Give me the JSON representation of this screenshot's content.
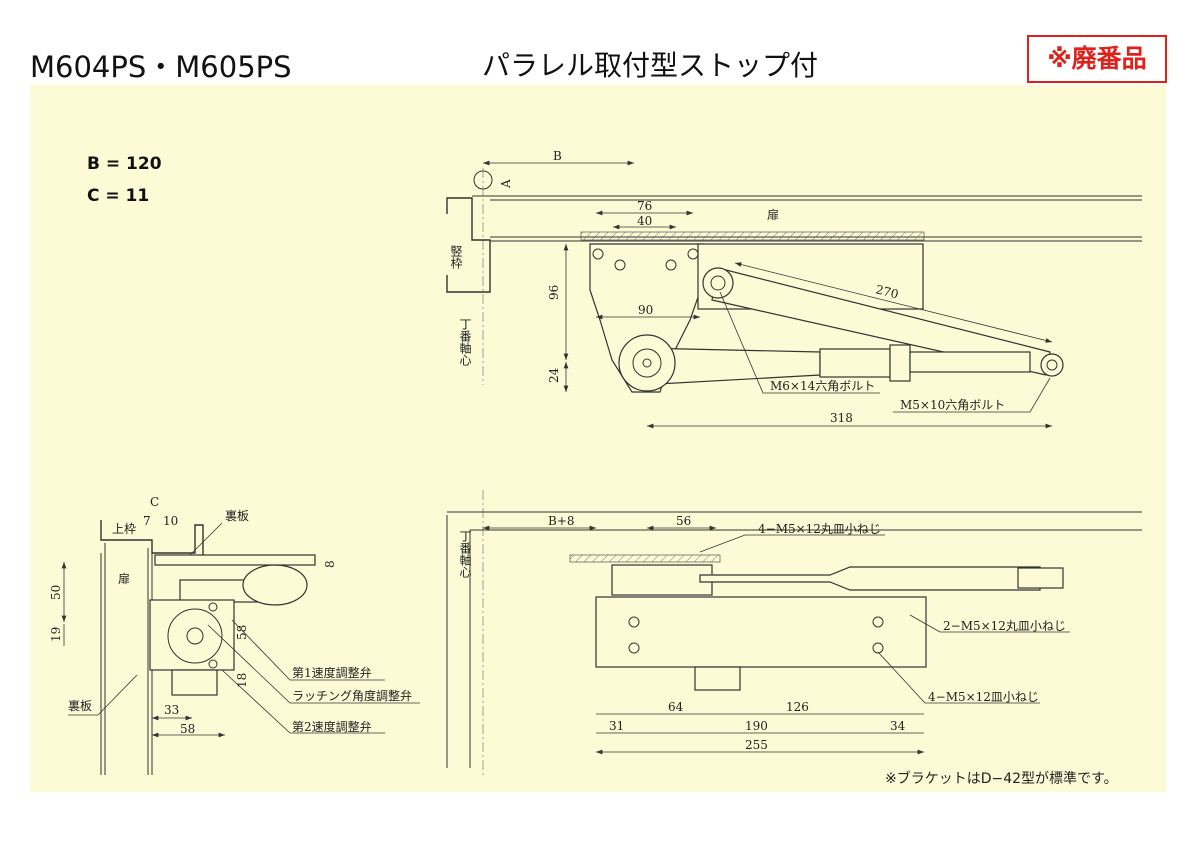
{
  "header": {
    "model": "M604PS・M605PS",
    "title": "パラレル取付型ストップ付",
    "badge": "※廃番品"
  },
  "params": {
    "b": "B = 120",
    "c": "C = 11"
  },
  "top_view": {
    "labels": {
      "b": "B",
      "a": "A",
      "door": "扉",
      "jamb": "竪枠",
      "hinge_axis": "丁番軸心",
      "d76": "76",
      "d40": "40",
      "d96": "96",
      "d90": "90",
      "d24": "24",
      "d270": "270",
      "d318": "318",
      "bolt_m6": "M6×14六角ボルト",
      "bolt_m5": "M5×10六角ボルト"
    }
  },
  "side_view": {
    "labels": {
      "c": "C",
      "d7": "7",
      "d10": "10",
      "head": "上枠",
      "back_plate_top": "裏板",
      "door": "扉",
      "d50": "50",
      "d19": "19",
      "d8": "8",
      "d58v": "58",
      "d18": "18",
      "back_plate": "裏板",
      "d33": "33",
      "d58": "58",
      "valve1": "第1速度調整弁",
      "latch_valve": "ラッチング角度調整弁",
      "valve2": "第2速度調整弁"
    }
  },
  "front_view": {
    "labels": {
      "hinge_axis": "丁番軸心",
      "b8": "B+8",
      "d56": "56",
      "screw_top": "4−M5×12丸皿小ねじ",
      "screw_side": "2−M5×12丸皿小ねじ",
      "screw_bottom": "4−M5×12皿小ねじ",
      "d31": "31",
      "d64": "64",
      "d126": "126",
      "d190": "190",
      "d34": "34",
      "d255": "255"
    }
  },
  "footnote": "※ブラケットはD−42型が標準です。",
  "colors": {
    "panel": "#fdfbd6",
    "badge": "#e0201a"
  }
}
